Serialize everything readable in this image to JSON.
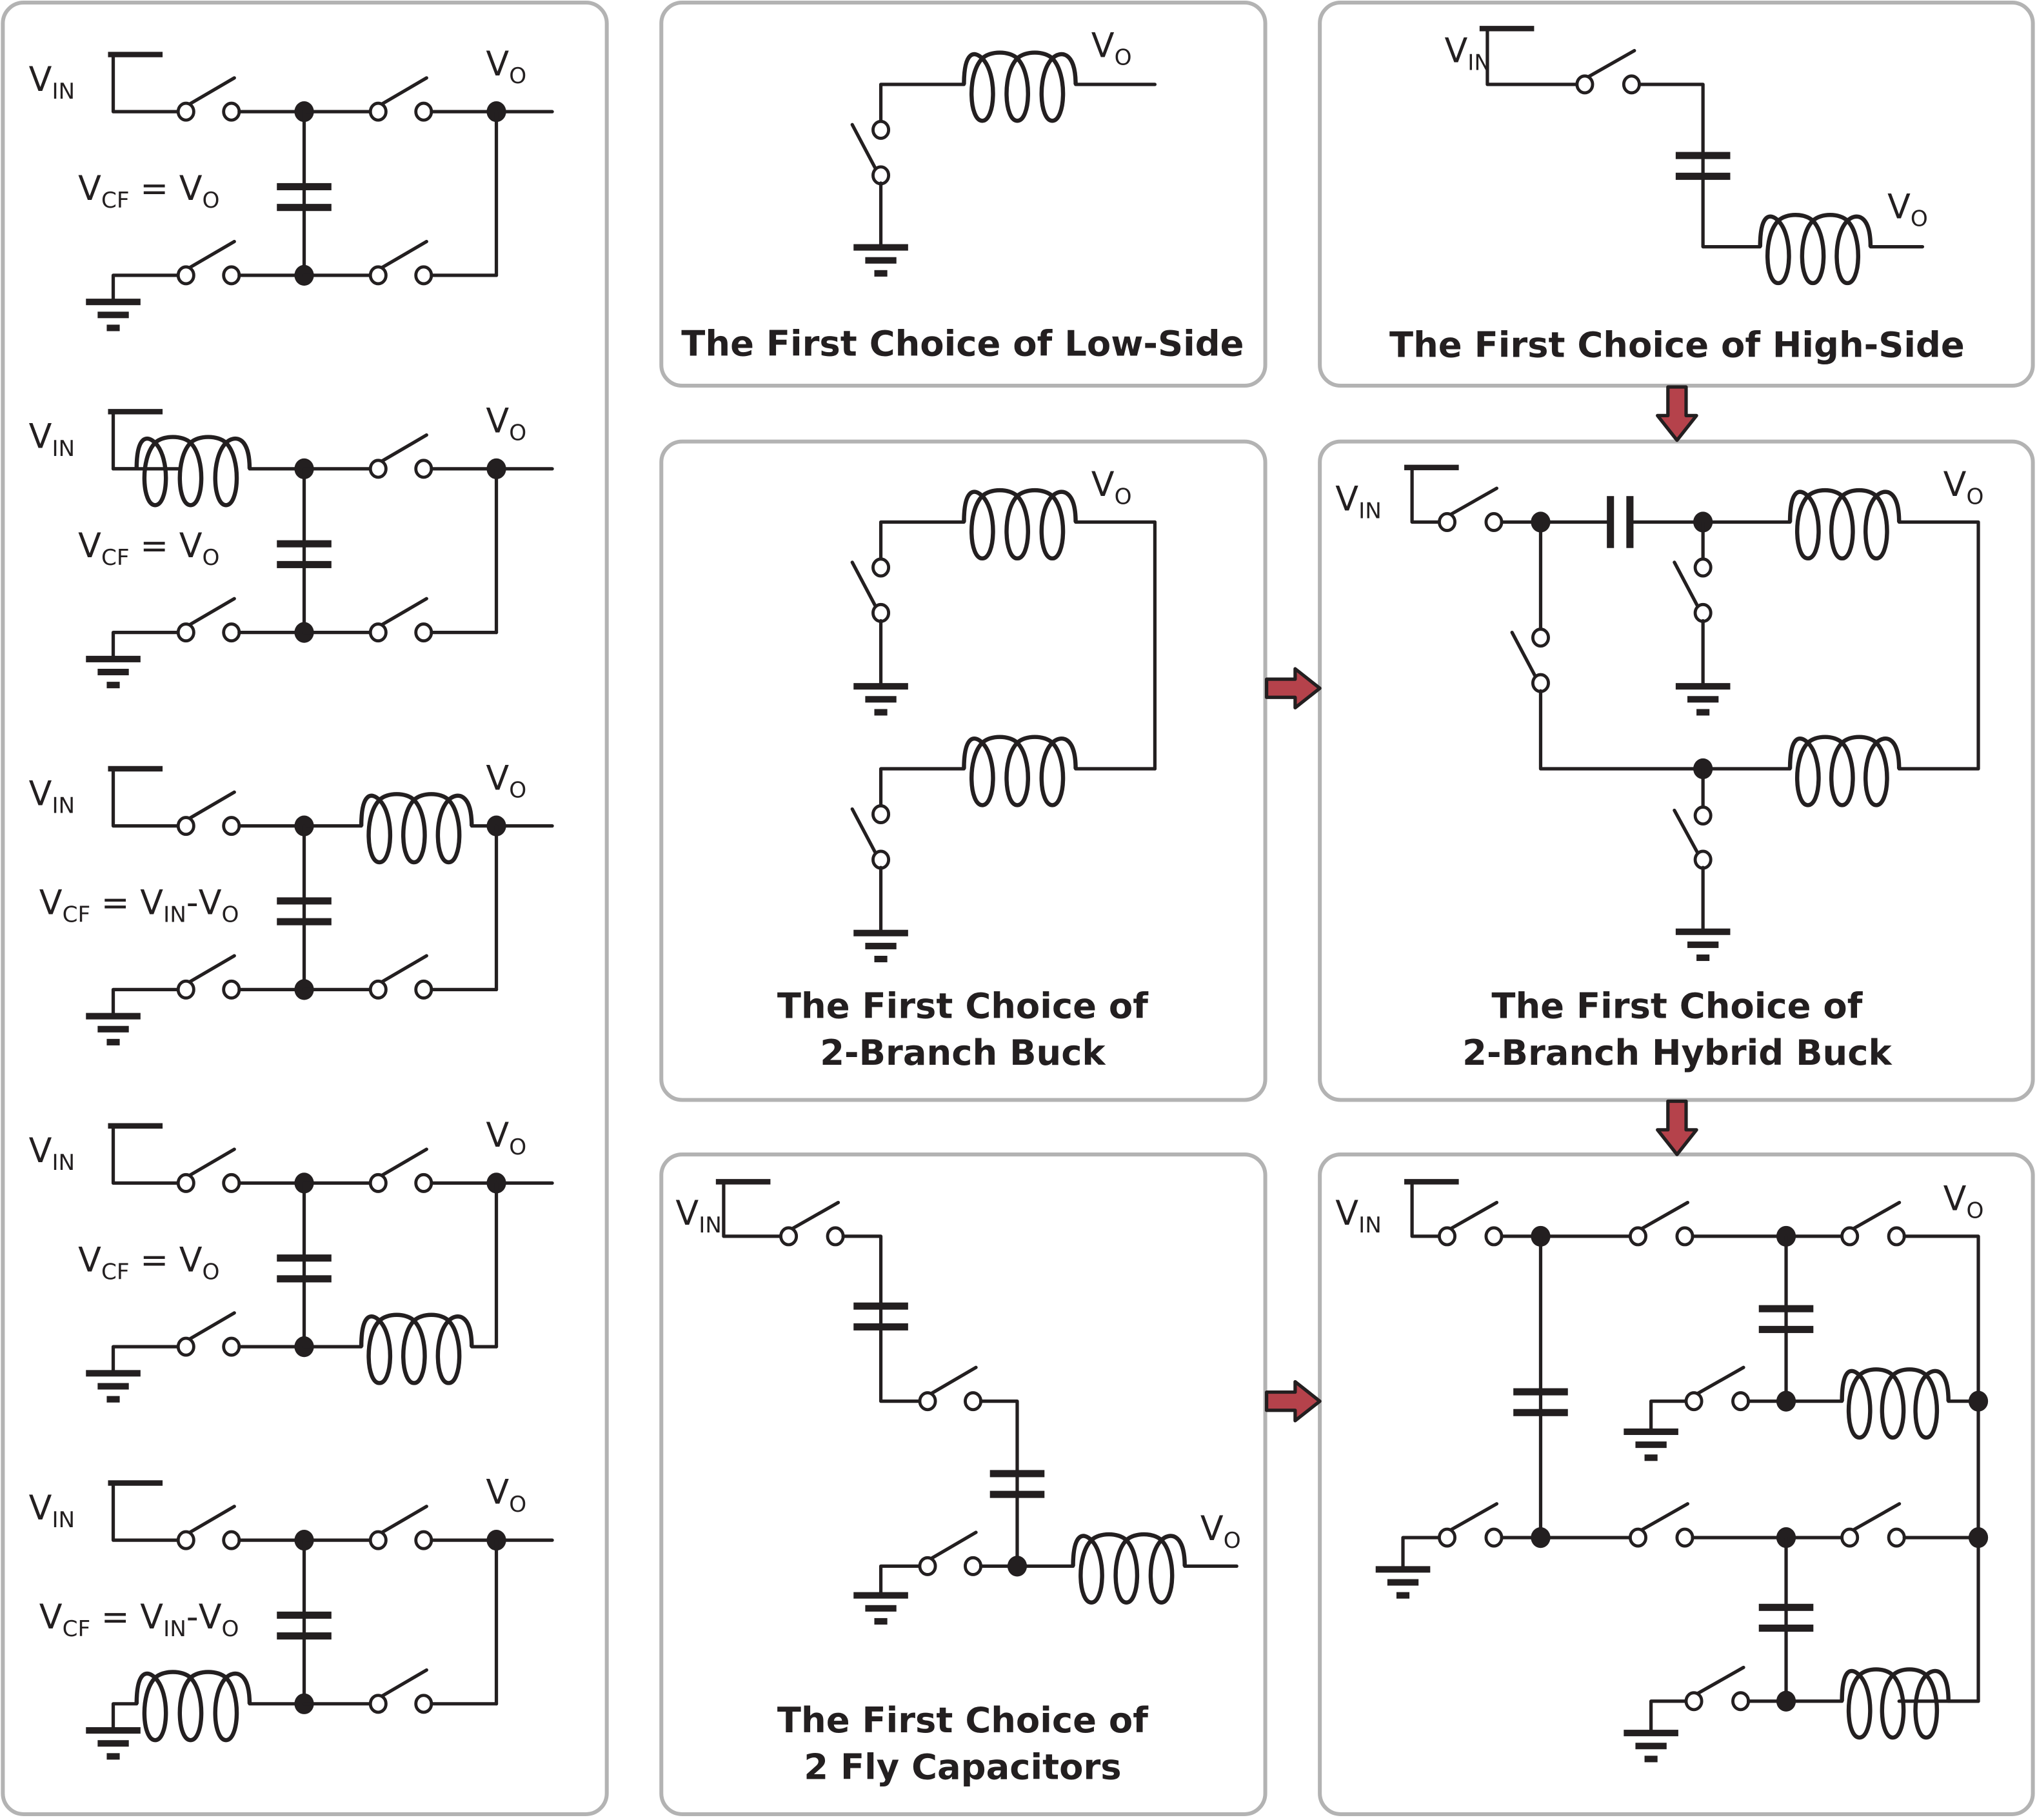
{
  "figure": {
    "description": "Derivation of first-choice switched-capacitor / hybrid buck converter topologies",
    "colors": {
      "panel_border": "#b3b3b3",
      "wire": "#231f20",
      "arrow_fill": "#b5424b"
    }
  },
  "labels": {
    "v_main": "V",
    "sub_in": "IN",
    "sub_o": "O",
    "sub_cf": "CF",
    "equals": "=",
    "minus": "-"
  },
  "left_column": {
    "circuits": [
      {
        "name": "circuit-1",
        "equation": "V_CF = V_O",
        "eq_rhs": "vo"
      },
      {
        "name": "circuit-2",
        "equation": "V_CF = V_O",
        "eq_rhs": "vo"
      },
      {
        "name": "circuit-3",
        "equation": "V_CF = V_IN - V_O",
        "eq_rhs": "vin-vo"
      },
      {
        "name": "circuit-4",
        "equation": "V_CF = V_O",
        "eq_rhs": "vo"
      },
      {
        "name": "circuit-5",
        "equation": "V_CF = V_IN - V_O",
        "eq_rhs": "vin-vo"
      }
    ]
  },
  "panels": {
    "low_side": {
      "title_lines": [
        "The First Choice of Low-Side"
      ]
    },
    "high_side": {
      "title_lines": [
        "The First Choice of High-Side"
      ]
    },
    "two_branch_buck": {
      "title_lines": [
        "The First Choice of",
        "2-Branch Buck"
      ]
    },
    "two_branch_hybrid": {
      "title_lines": [
        "The First Choice of",
        "2-Branch Hybrid Buck"
      ]
    },
    "two_fly_caps": {
      "title_lines": [
        "The First Choice of",
        "2 Fly Capacitors"
      ]
    },
    "combined": {
      "title_lines": []
    }
  },
  "arrows": [
    {
      "name": "arrow-high-side-to-hybrid",
      "direction": "down"
    },
    {
      "name": "arrow-buck-to-hybrid",
      "direction": "right"
    },
    {
      "name": "arrow-hybrid-to-combined",
      "direction": "down"
    },
    {
      "name": "arrow-flycaps-to-combined",
      "direction": "right"
    }
  ]
}
